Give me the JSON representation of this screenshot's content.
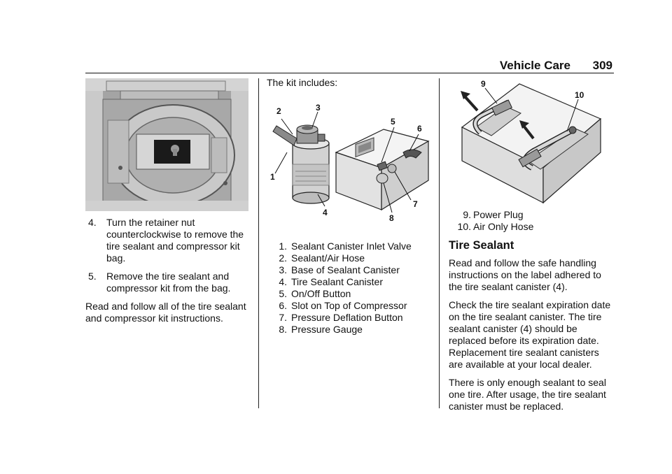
{
  "header": {
    "section": "Vehicle Care",
    "page_number": "309"
  },
  "left": {
    "steps": [
      {
        "num": "4.",
        "text": "Turn the retainer nut counterclockwise to remove the tire sealant and compressor kit bag."
      },
      {
        "num": "5.",
        "text": "Remove the tire sealant and compressor kit from the bag."
      }
    ],
    "paragraph": "Read and follow all of the tire sealant and compressor kit instructions."
  },
  "middle": {
    "intro": "The kit includes:",
    "callouts": [
      "1",
      "2",
      "3",
      "4",
      "5",
      "6",
      "7",
      "8"
    ],
    "items": [
      {
        "num": "1.",
        "text": "Sealant Canister Inlet Valve"
      },
      {
        "num": "2.",
        "text": "Sealant/Air Hose"
      },
      {
        "num": "3.",
        "text": "Base of Sealant Canister"
      },
      {
        "num": "4.",
        "text": "Tire Sealant Canister"
      },
      {
        "num": "5.",
        "text": "On/Off Button"
      },
      {
        "num": "6.",
        "text": "Slot on Top of Compressor"
      },
      {
        "num": "7.",
        "text": "Pressure Deflation Button"
      },
      {
        "num": "8.",
        "text": "Pressure Gauge"
      }
    ]
  },
  "right": {
    "callouts": [
      "9",
      "10"
    ],
    "items": [
      {
        "num": "9.",
        "text": "Power Plug"
      },
      {
        "num": "10.",
        "text": "Air Only Hose"
      }
    ],
    "heading": "Tire Sealant",
    "paragraphs": [
      "Read and follow the safe handling instructions on the label adhered to the tire sealant canister (4).",
      "Check the tire sealant expiration date on the tire sealant canister. The tire sealant canister (4) should be replaced before its expiration date. Replacement tire sealant canisters are available at your local dealer.",
      "There is only enough sealant to seal one tire. After usage, the tire sealant canister must be replaced."
    ]
  }
}
